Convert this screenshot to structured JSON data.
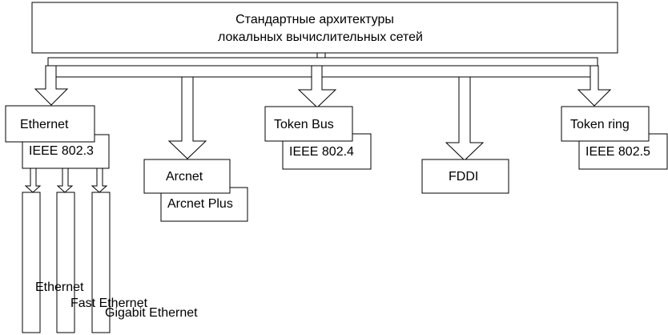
{
  "title": {
    "line1": "Стандартные архитектуры",
    "line2": "локальных вычислительных сетей"
  },
  "ethernet": {
    "name": "Ethernet",
    "standard": "IEEE  802.3",
    "variants": [
      "Ethernet",
      "Fast Ethernet",
      "Gigabit Ethernet"
    ]
  },
  "arcnet": {
    "name": "Arcnet",
    "variant": "Arcnet Plus"
  },
  "token_bus": {
    "name": "Token Bus",
    "standard": "IEEE  802.4"
  },
  "fddi": {
    "name": "FDDI"
  },
  "token_ring": {
    "name": "Token ring",
    "standard": "IEEE  802.5"
  }
}
